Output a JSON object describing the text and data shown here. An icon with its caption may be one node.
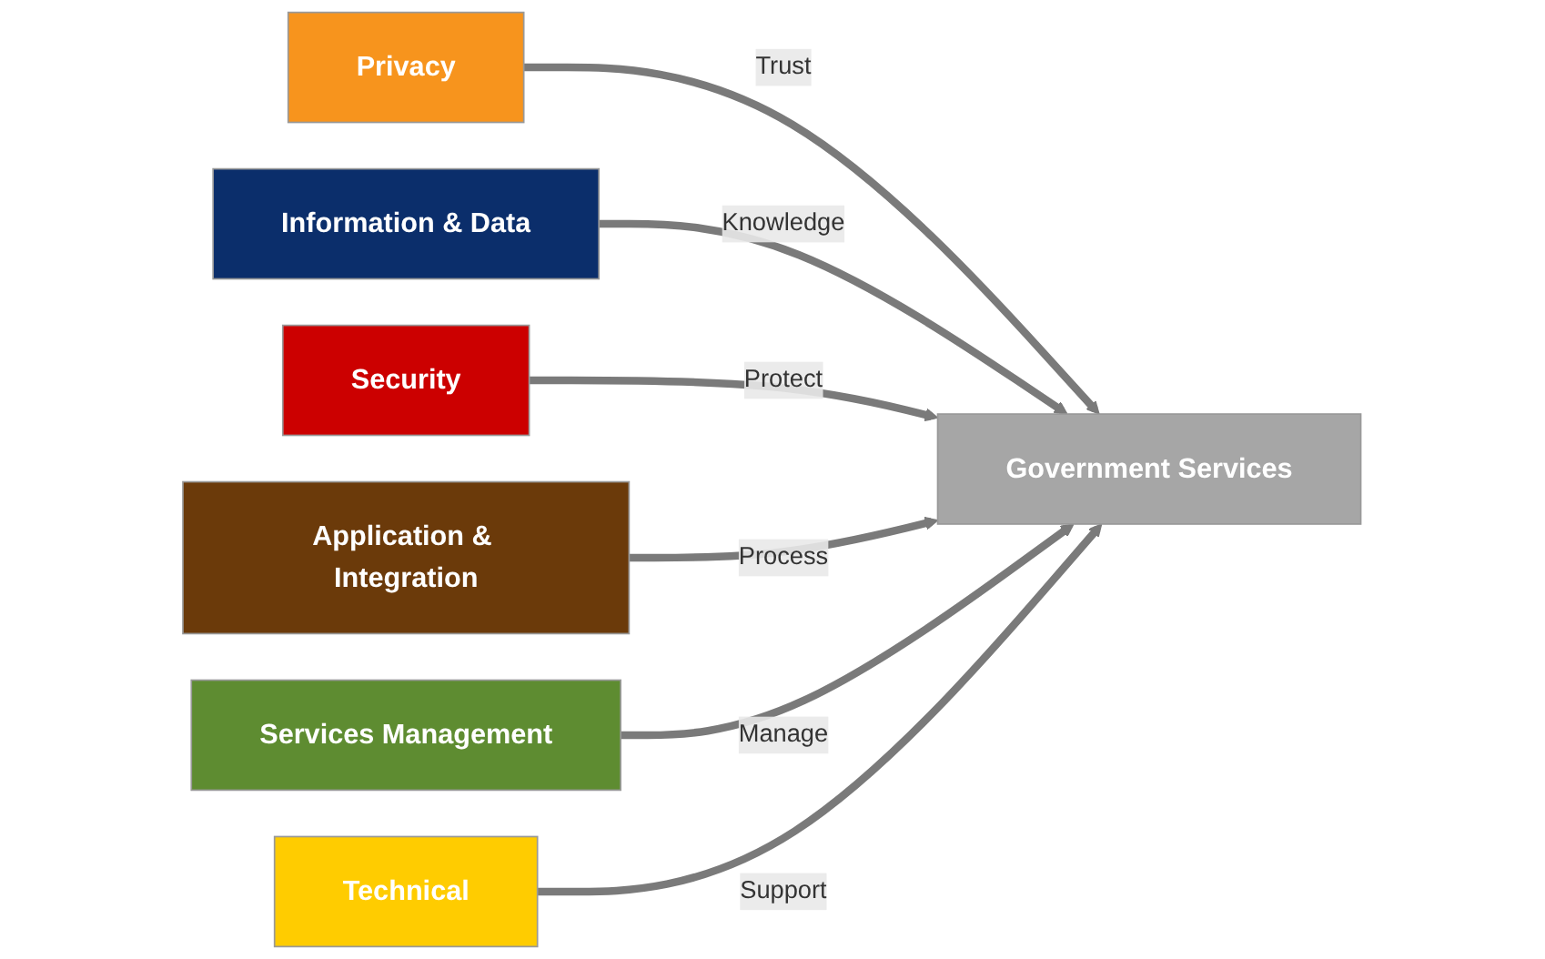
{
  "diagram": {
    "nodes": [
      {
        "text": [
          "Privacy"
        ]
      },
      {
        "text": [
          "Information & Data"
        ]
      },
      {
        "text": [
          "Security"
        ]
      },
      {
        "text": [
          "Government Services"
        ]
      },
      {
        "text": [
          "Application & Integration"
        ]
      },
      {
        "text": [
          "Services Management"
        ]
      },
      {
        "text": [
          "Technical"
        ]
      }
    ],
    "edges": [
      {
        "from": 0,
        "to": 3,
        "arrow": "to",
        "label": "Trust"
      },
      {
        "from": 1,
        "to": 3,
        "arrow": "to",
        "label": "Knowledge"
      },
      {
        "from": 2,
        "to": 3,
        "arrow": "to",
        "label": "Protect"
      },
      {
        "from": 4,
        "to": 3,
        "arrow": "to",
        "label": "Process"
      },
      {
        "from": 5,
        "to": 3,
        "arrow": "to",
        "label": "Manage"
      },
      {
        "from": 6,
        "to": 3,
        "arrow": "to",
        "label": "Support"
      }
    ]
  }
}
